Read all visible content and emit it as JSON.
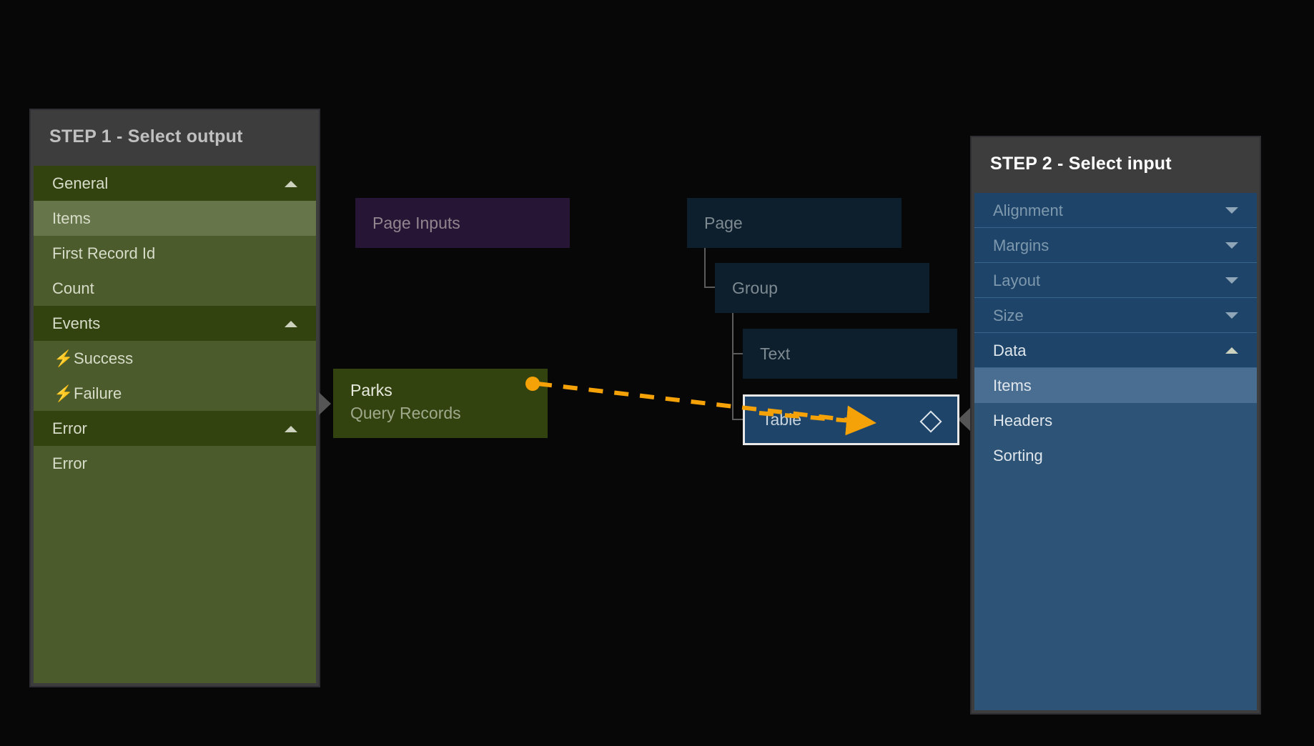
{
  "canvas": {
    "background": "#070707",
    "accent_orange": "#f5a208",
    "step1_accent": "#4b5b2c",
    "step2_accent": "#2d5376"
  },
  "step1": {
    "title": "STEP 1 - Select output",
    "sections": [
      {
        "label": "General",
        "type": "group",
        "expanded": true,
        "caret": "caret-up-icon",
        "items": [
          {
            "label": "Items",
            "selected": true
          },
          {
            "label": "First Record Id",
            "selected": false
          },
          {
            "label": "Count",
            "selected": false
          }
        ]
      },
      {
        "label": "Events",
        "type": "group",
        "expanded": true,
        "caret": "caret-up-icon",
        "items": [
          {
            "label": "Success",
            "selected": false,
            "icon": "bolt-icon"
          },
          {
            "label": "Failure",
            "selected": false,
            "icon": "bolt-icon"
          }
        ]
      },
      {
        "label": "Error",
        "type": "group",
        "expanded": true,
        "caret": "caret-up-icon",
        "items": [
          {
            "label": "Error",
            "selected": false
          }
        ]
      }
    ]
  },
  "step2": {
    "title": "STEP 2 - Select input",
    "sections": [
      {
        "label": "Alignment",
        "type": "group",
        "expanded": false,
        "caret": "caret-down-icon",
        "items": []
      },
      {
        "label": "Margins",
        "type": "group",
        "expanded": false,
        "caret": "caret-down-icon",
        "items": []
      },
      {
        "label": "Layout",
        "type": "group",
        "expanded": false,
        "caret": "caret-down-icon",
        "items": []
      },
      {
        "label": "Size",
        "type": "group",
        "expanded": false,
        "caret": "caret-down-icon",
        "items": []
      },
      {
        "label": "Data",
        "type": "group",
        "expanded": true,
        "caret": "caret-up-icon",
        "items": [
          {
            "label": "Items",
            "selected": true
          },
          {
            "label": "Headers",
            "selected": false
          },
          {
            "label": "Sorting",
            "selected": false
          }
        ]
      }
    ]
  },
  "flow": {
    "nodes": {
      "page_inputs": {
        "label": "Page Inputs"
      },
      "page": {
        "label": "Page"
      },
      "group": {
        "label": "Group"
      },
      "text": {
        "label": "Text"
      },
      "table": {
        "label": "Table",
        "selected": true,
        "icon": "diamond-icon"
      },
      "parks": {
        "title": "Parks",
        "subtitle": "Query Records"
      }
    },
    "connection": {
      "from": "parks",
      "to": "table",
      "style": "dashed",
      "color": "#f5a208",
      "arrow": "arrow-right-icon"
    }
  }
}
